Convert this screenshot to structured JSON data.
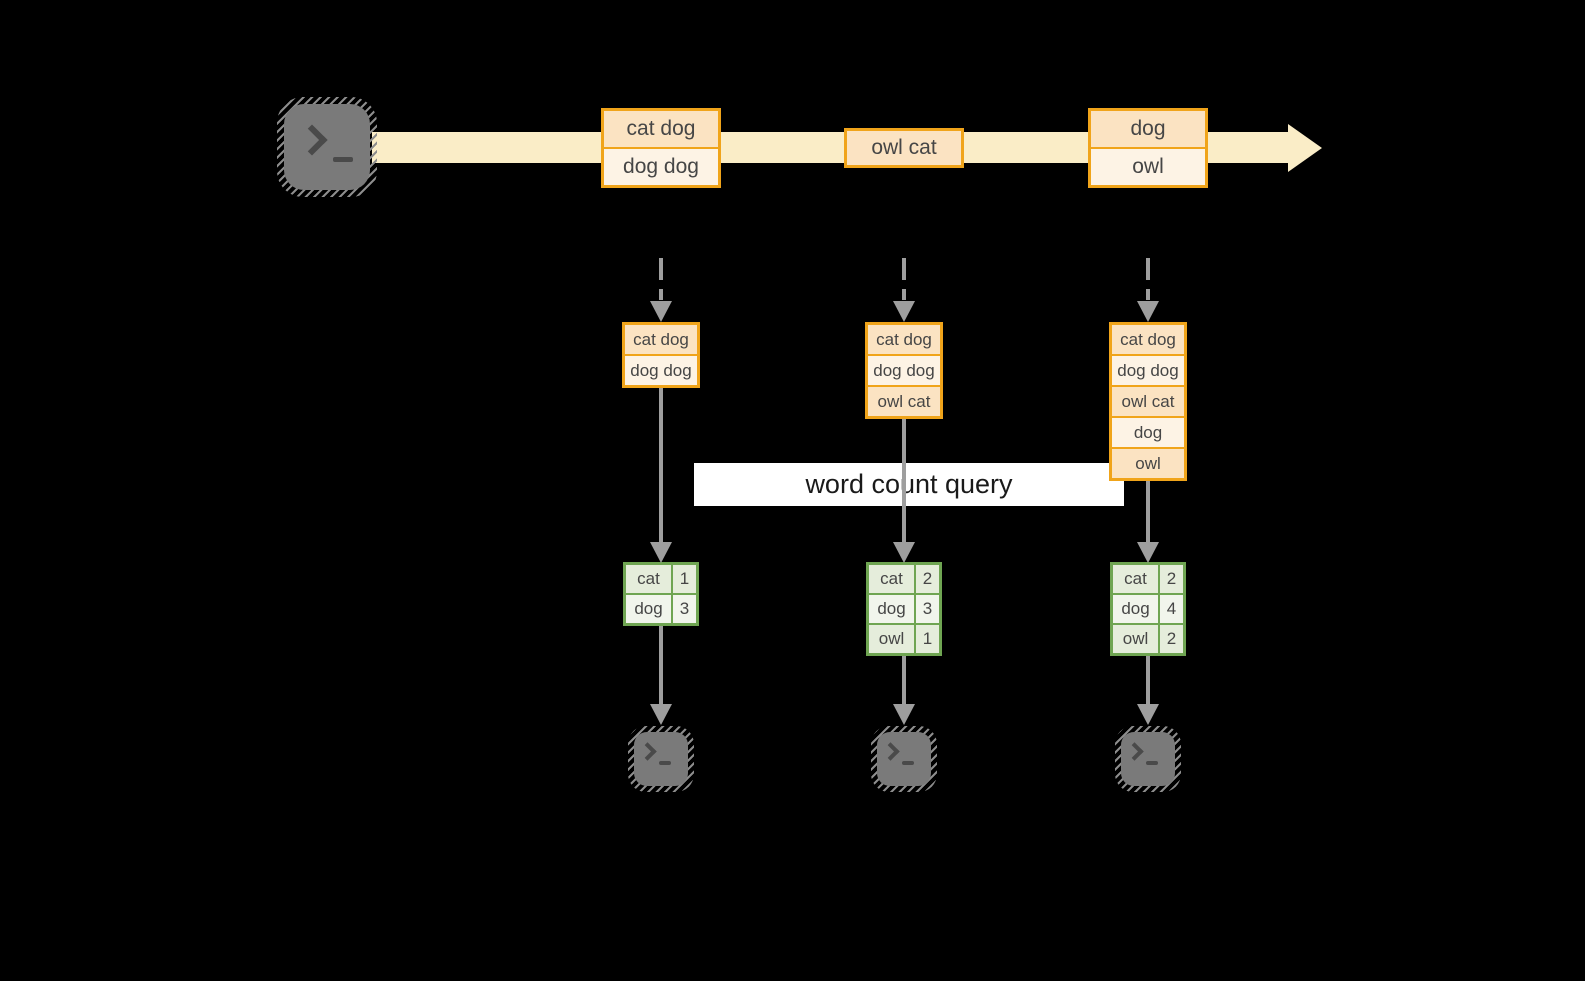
{
  "query": {
    "label": "word count query"
  },
  "stream": {
    "events": [
      {
        "lines": [
          "cat dog",
          "dog dog"
        ]
      },
      {
        "lines": [
          "owl cat"
        ]
      },
      {
        "lines": [
          "dog",
          "owl"
        ]
      }
    ]
  },
  "columns": [
    {
      "state": [
        "cat dog",
        "dog dog"
      ],
      "counts": [
        {
          "word": "cat",
          "count": 1
        },
        {
          "word": "dog",
          "count": 3
        }
      ]
    },
    {
      "state": [
        "cat dog",
        "dog dog",
        "owl cat"
      ],
      "counts": [
        {
          "word": "cat",
          "count": 2
        },
        {
          "word": "dog",
          "count": 3
        },
        {
          "word": "owl",
          "count": 1
        }
      ]
    },
    {
      "state": [
        "cat dog",
        "dog dog",
        "owl cat",
        "dog",
        "owl"
      ],
      "counts": [
        {
          "word": "cat",
          "count": 2
        },
        {
          "word": "dog",
          "count": 4
        },
        {
          "word": "owl",
          "count": 2
        }
      ]
    }
  ],
  "icons": {
    "source": "terminal-icon",
    "sinks": [
      "terminal-icon",
      "terminal-icon",
      "terminal-icon"
    ],
    "stream_arrow": "right-arrow-icon"
  },
  "colors": {
    "background": "#000000",
    "stream_band": "#FAEDC7",
    "orange_border": "#F0A41A",
    "orange_row_dark": "#FBE3C2",
    "orange_row_light": "#FDF3E5",
    "green_border": "#6FA552",
    "green_row_dark": "#E5EDDB",
    "green_row_light": "#F1F5EC",
    "arrow_gray": "#9E9E9E",
    "terminal_gray": "#7A7A7A",
    "query_box_bg": "#FFFFFF"
  }
}
